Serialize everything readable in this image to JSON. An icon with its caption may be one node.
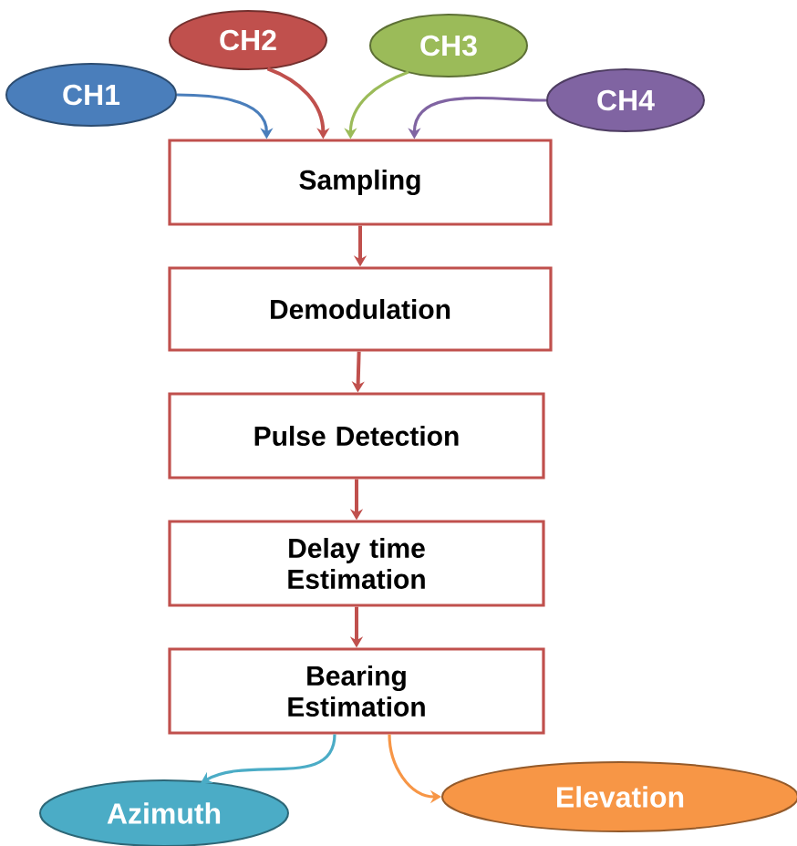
{
  "diagram": {
    "nodes": [
      {
        "text": [
          "CH1"
        ]
      },
      {
        "text": [
          "CH2"
        ]
      },
      {
        "text": [
          "CH3"
        ]
      },
      {
        "text": [
          "CH4"
        ]
      },
      {
        "text": [
          "Sampling"
        ]
      },
      {
        "text": [
          "Demodulation"
        ]
      },
      {
        "text": [
          "Pulse Detection"
        ]
      },
      {
        "text": [
          "Delay time Estimation"
        ]
      },
      {
        "text": [
          "Bearing Estimation"
        ]
      },
      {
        "text": [
          "Azimuth"
        ]
      },
      {
        "text": [
          "Elevation"
        ]
      }
    ],
    "edges": [
      {
        "from": 0,
        "to": 4,
        "arrow": "to",
        "color": "#4a7ebb"
      },
      {
        "from": 1,
        "to": 4,
        "arrow": "to"
      },
      {
        "from": 2,
        "to": 4,
        "arrow": "to",
        "color": "#9bbb59"
      },
      {
        "from": 3,
        "to": 4,
        "arrow": "to",
        "color": "#8064a2"
      },
      {
        "from": 4,
        "to": 5,
        "arrow": "to"
      },
      {
        "from": 5,
        "to": 6,
        "arrow": "to"
      },
      {
        "from": 6,
        "to": 7,
        "arrow": "to"
      },
      {
        "from": 7,
        "to": 8,
        "arrow": "to"
      },
      {
        "from": 8,
        "to": 9,
        "arrow": "to",
        "color": "#4bacc6"
      },
      {
        "from": 8,
        "to": 10,
        "arrow": "to",
        "color": "#f79646"
      }
    ]
  }
}
